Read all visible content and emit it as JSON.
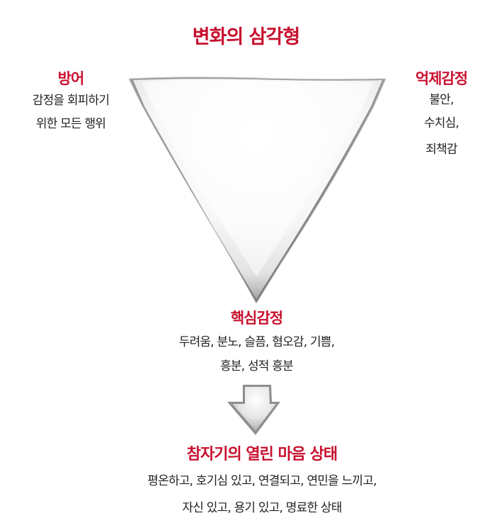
{
  "colors": {
    "accent_red": "#C8102E",
    "body_text": "#222222",
    "background": "#FFFFFF",
    "shape_light": "#FAFAFA",
    "shape_edge": "#8C8C8C"
  },
  "title": "변화의 삼각형",
  "triangle": {
    "shape": "inverted-triangle",
    "corners": {
      "top_left": {
        "label": "방어",
        "lines": [
          "감정을 회피하기",
          "위한 모든 행위"
        ]
      },
      "top_right": {
        "label": "억제감정",
        "lines": [
          "불안,",
          "수치심,",
          "죄책감"
        ]
      },
      "bottom": {
        "label": "핵심감정",
        "lines": [
          "두려움, 분노, 슬픔, 혐오감, 기쁨,",
          "흥분, 성적 흥분"
        ]
      }
    }
  },
  "arrow": {
    "direction": "down",
    "icon": "down-arrow-icon"
  },
  "result": {
    "label": "참자기의 열린 마음 상태",
    "lines": [
      "평온하고, 호기심 있고, 연결되고, 연민을 느끼고,",
      "자신 있고, 용기 있고, 명료한 상태"
    ]
  }
}
